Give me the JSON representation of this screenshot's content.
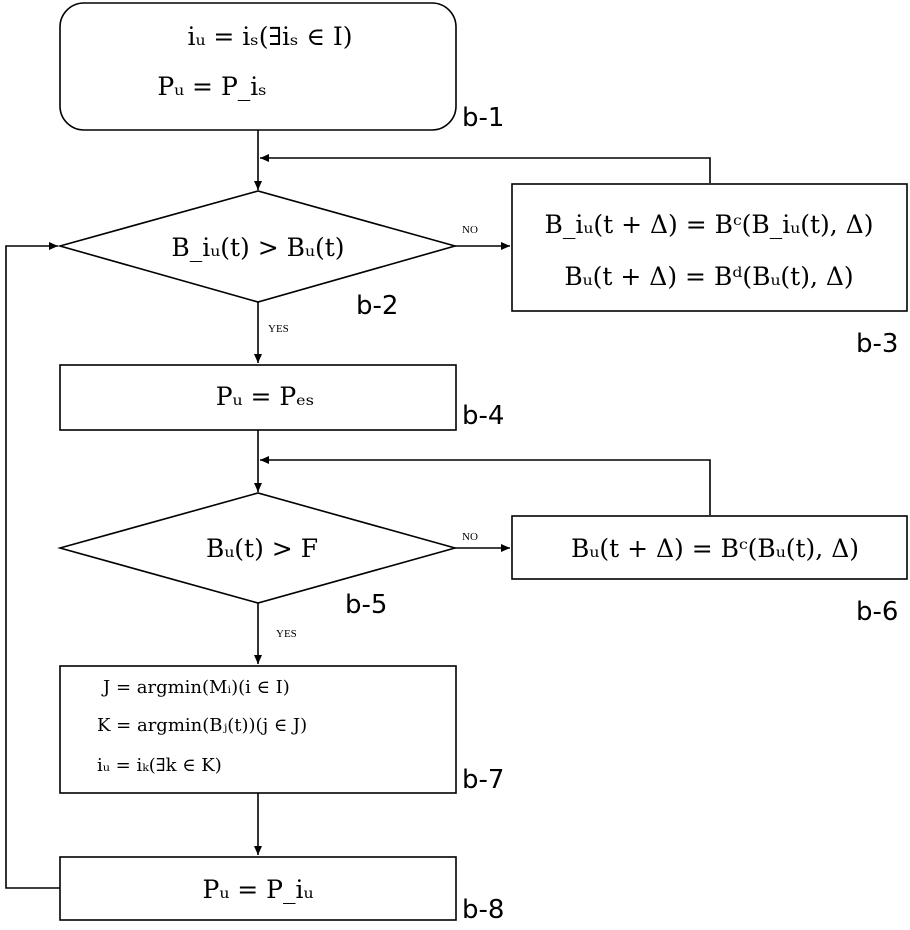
{
  "nodes": {
    "b1": {
      "label": "b-1",
      "lines": [
        "iᵤ = iₛ(∃iₛ ∈ I)",
        "Pᵤ = P_iₛ"
      ]
    },
    "b2": {
      "label": "b-2",
      "lines": [
        "B_iᵤ(t) > Bᵤ(t)"
      ]
    },
    "b3": {
      "label": "b-3",
      "lines": [
        "B_iᵤ(t + Δ) = Bᶜ(B_iᵤ(t), Δ)",
        "Bᵤ(t + Δ) = Bᵈ(Bᵤ(t), Δ)"
      ]
    },
    "b4": {
      "label": "b-4",
      "lines": [
        "Pᵤ = Pₑₛ"
      ]
    },
    "b5": {
      "label": "b-5",
      "lines": [
        "Bᵤ(t) > F"
      ]
    },
    "b6": {
      "label": "b-6",
      "lines": [
        "Bᵤ(t + Δ) = Bᶜ(Bᵤ(t), Δ)"
      ]
    },
    "b7": {
      "label": "b-7",
      "lines": [
        "J = argmin(Mᵢ)(i ∈ I)",
        "K = argmin(Bⱼ(t))(j ∈ J)",
        "iᵤ = iₖ(∃k ∈ K)"
      ]
    },
    "b8": {
      "label": "b-8",
      "lines": [
        "Pᵤ = P_iᵤ"
      ]
    }
  },
  "edges": {
    "b2_no": "NO",
    "b2_yes": "YES",
    "b5_no": "NO",
    "b5_yes": "YES"
  }
}
